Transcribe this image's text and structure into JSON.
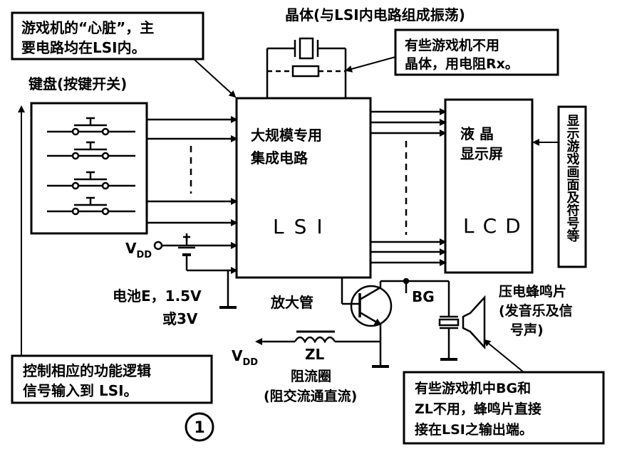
{
  "crystal_label": "晶体(与LSI内电路组成振荡)",
  "callout_heart": [
    "游戏机的“心脏”，主",
    "要电路均在LSI内。"
  ],
  "callout_rx": [
    "有些游戏机不用",
    "晶体，用电阻Rx。"
  ],
  "keyboard_label": "键盘(按键开关)",
  "lsi_lines": [
    "大规模专用",
    "集成电路"
  ],
  "lsi_name": "LSI",
  "lcd_lines": [
    "液  晶",
    "显示屏"
  ],
  "lcd_name": "LCD",
  "display_side_text": "显示游戏画面及符号等",
  "vdd_label": "V",
  "vdd_sub": "DD",
  "battery_lines": [
    "电池E，1.5V",
    "或3V"
  ],
  "amp_label": "放大管",
  "bg_label": "BG",
  "buzzer_lines": [
    "压电蜂鸣片",
    "(发音乐及信",
    "号声)"
  ],
  "zl_label": "ZL",
  "choke_lines": [
    "阻流圈",
    "(阻交流通直流)"
  ],
  "callout_input": [
    "控制相应的功能逻辑",
    "信号输入到 LSI。"
  ],
  "callout_bg": [
    "有些游戏机中BG和",
    "ZL不用，蜂鸣片直接",
    "接在LSI之输出端。"
  ],
  "figure_number": "1"
}
